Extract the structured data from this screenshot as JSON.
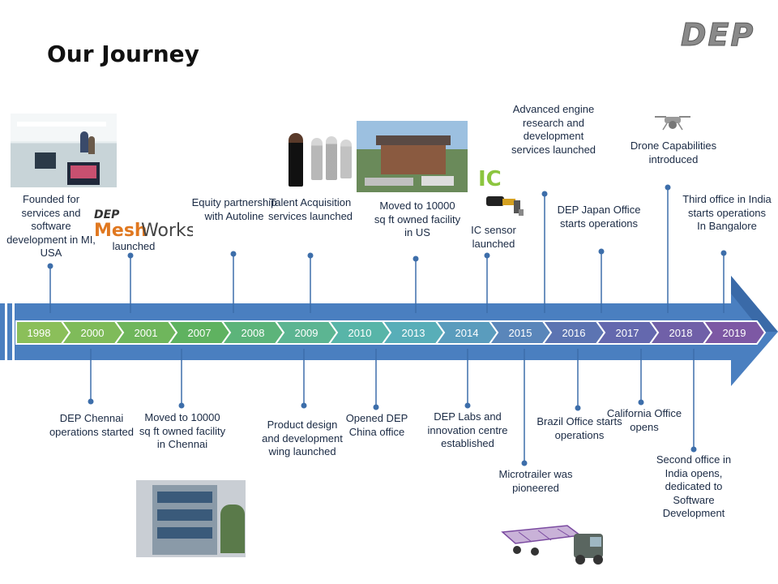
{
  "title": "Our Journey",
  "logo_text": "DEP",
  "meshworks_logo": {
    "brand": "DEP",
    "mesh": "Mesh",
    "works": "Works"
  },
  "ic_logo_text": "IC",
  "years": [
    "1998",
    "2000",
    "2001",
    "2007",
    "2008",
    "2009",
    "2010",
    "2013",
    "2014",
    "2015",
    "2016",
    "2017",
    "2018",
    "2019"
  ],
  "top_events": [
    {
      "year": "1998",
      "text": "Founded for services and software development in MI, USA"
    },
    {
      "year": "2000",
      "text": "launched"
    },
    {
      "year": "2008",
      "text": "Equity partnership with Autoline"
    },
    {
      "year": "2009",
      "text": "Talent Acquisition services launched"
    },
    {
      "year": "2013",
      "text": "Moved to 10000 sq ft owned facility in US"
    },
    {
      "year": "2015",
      "text": "IC sensor launched"
    },
    {
      "year": "2016",
      "text": "Advanced engine research and development services launched"
    },
    {
      "year": "2017",
      "text": "DEP Japan Office starts operations"
    },
    {
      "year": "2018",
      "text": "Drone Capabilities introduced"
    },
    {
      "year": "2019",
      "text": "Third office in India starts operations In Bangalore"
    }
  ],
  "bottom_events": [
    {
      "year": "2000",
      "text": "DEP Chennai operations started"
    },
    {
      "year": "2007",
      "text": "Moved to 10000 sq ft owned facility in Chennai"
    },
    {
      "year": "2009",
      "text": "Product design and development wing launched"
    },
    {
      "year": "2010",
      "text": "Opened DEP China office"
    },
    {
      "year": "2014",
      "text": "DEP Labs and innovation centre established"
    },
    {
      "year": "2015",
      "text": "Microtrailer was pioneered"
    },
    {
      "year": "2016",
      "text": "Brazil Office starts operations"
    },
    {
      "year": "2017",
      "text": "California Office opens"
    },
    {
      "year": "2018",
      "text": "Second office in India opens, dedicated to Software Development"
    }
  ],
  "colors": {
    "arrow": "#4a7fc0",
    "arrow_dark": "#3a6aa8",
    "connector": "#3d6eaa",
    "chevrons": [
      "#8bbf5a",
      "#7fbb5a",
      "#6fb65c",
      "#5fb260",
      "#5cb47a",
      "#5cb592",
      "#58b5a8",
      "#58aeb8",
      "#5a9cbd",
      "#5a86ba",
      "#5c74b2",
      "#6468ae",
      "#7060a8",
      "#7d58a4"
    ]
  }
}
